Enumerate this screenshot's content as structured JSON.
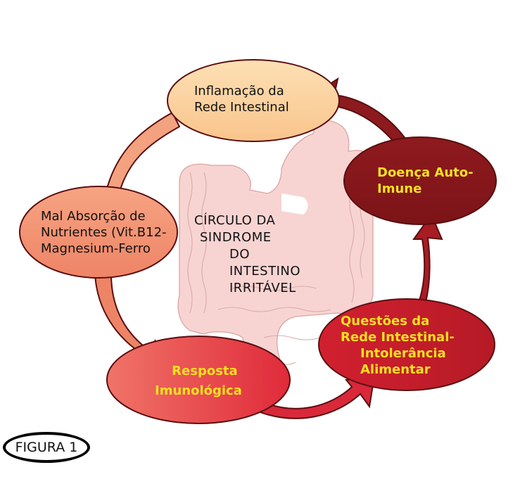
{
  "diagram": {
    "center_title_lines": [
      "CÍRCULO DA",
      "SINDROME",
      "DO",
      "INTESTINO",
      "IRRITÁVEL"
    ],
    "nodes": [
      {
        "id": "inflamacao",
        "lines": [
          "Inflamação da",
          "Rede Intestinal"
        ],
        "fill": "#fbd6a6",
        "text_color": "#111111"
      },
      {
        "id": "doenca-autoimune",
        "lines": [
          "Doença Auto-",
          "Imune"
        ],
        "fill": "#8c1a1e",
        "text_color": "#f4e11f"
      },
      {
        "id": "questoes",
        "lines": [
          "Questões da",
          "Rede Intestinal-",
          "Intolerância",
          "Alimentar"
        ],
        "fill": "#c8202a",
        "text_color": "#f4e11f"
      },
      {
        "id": "resposta",
        "lines": [
          "Resposta",
          "Imunológica"
        ],
        "fill": "#e8454c",
        "text_color": "#f4e11f"
      },
      {
        "id": "mal-absorcao",
        "lines": [
          "Mal Absorção de",
          "Nutrientes (Vit.B12-",
          "Magnesium-Ferro"
        ],
        "fill": "#f09070",
        "text_color": "#111111"
      }
    ],
    "arrows": [
      {
        "from": "inflamacao",
        "to": "mal-absorcao",
        "color": "#f2a27e"
      },
      {
        "from": "mal-absorcao",
        "to": "resposta",
        "color": "#ee8466"
      },
      {
        "from": "resposta",
        "to": "questoes",
        "color": "#d9283a"
      },
      {
        "from": "questoes",
        "to": "doenca-autoimune",
        "color": "#a81c24"
      },
      {
        "from": "doenca-autoimune",
        "to": "inflamacao",
        "color": "#8c1a1e"
      }
    ],
    "outline_color": "#5a0e10",
    "background_illustration": "intestine",
    "intestine_color": "#f7d4d2"
  },
  "figure_label": "FIGURA 1"
}
